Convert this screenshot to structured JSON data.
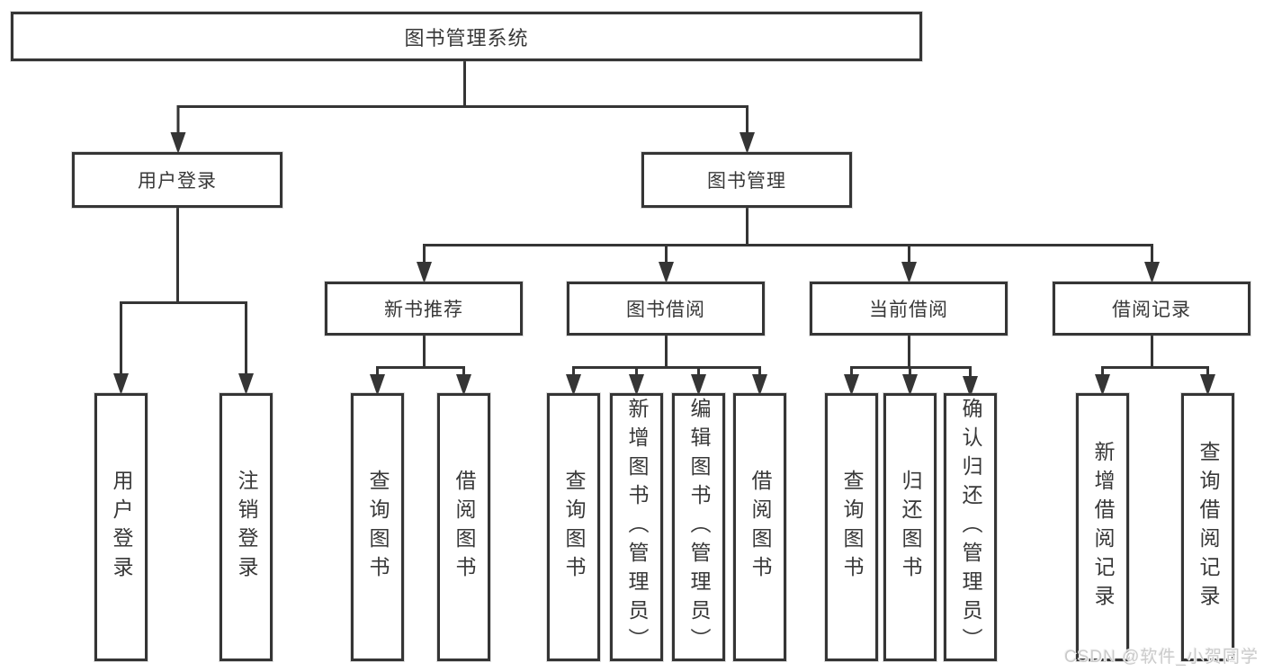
{
  "diagram": {
    "root": {
      "label": "图书管理系统"
    },
    "level2": {
      "user_login": {
        "label": "用户登录"
      },
      "book_management": {
        "label": "图书管理"
      }
    },
    "level3": {
      "new_book_recommendation": {
        "label": "新书推荐"
      },
      "book_borrowing": {
        "label": "图书借阅"
      },
      "current_borrowing": {
        "label": "当前借阅"
      },
      "borrowing_records": {
        "label": "借阅记录"
      }
    },
    "leaves": {
      "user_login_group": [
        {
          "label": "用户登录"
        },
        {
          "label": "注销登录"
        }
      ],
      "new_book_group": [
        {
          "label": "查询图书"
        },
        {
          "label": "借阅图书"
        }
      ],
      "book_borrowing_group": [
        {
          "label": "查询图书"
        },
        {
          "label": "新增图书（管理员）"
        },
        {
          "label": "编辑图书（管理员）"
        },
        {
          "label": "借阅图书"
        }
      ],
      "current_borrowing_group": [
        {
          "label": "查询图书"
        },
        {
          "label": "归还图书"
        },
        {
          "label": "确认归还（管理员）"
        }
      ],
      "records_group": [
        {
          "label": "新增借阅记录"
        },
        {
          "label": "查询借阅记录"
        }
      ]
    }
  },
  "watermark": {
    "text": "CSDN @软件_小贺同学"
  },
  "colors": {
    "line": "#353535",
    "box_border": "#353535",
    "text": "#383838",
    "background": "#ffffff",
    "watermark": "#cbcbcb"
  }
}
